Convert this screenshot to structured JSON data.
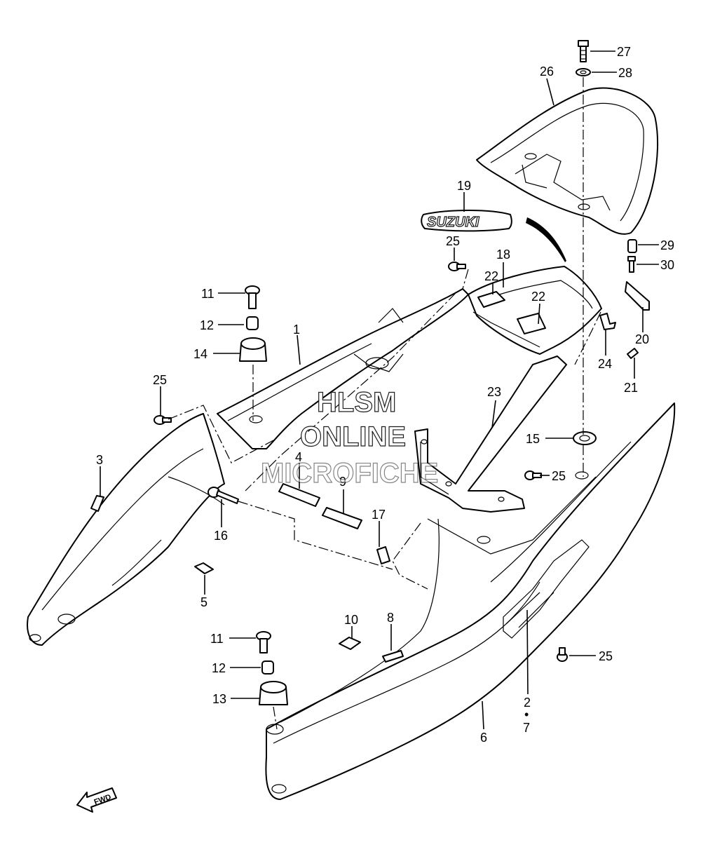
{
  "diagram": {
    "callouts": [
      {
        "id": "c27",
        "text": "27"
      },
      {
        "id": "c28",
        "text": "28"
      },
      {
        "id": "c26",
        "text": "26"
      },
      {
        "id": "c19",
        "text": "19"
      },
      {
        "id": "c25a",
        "text": "25"
      },
      {
        "id": "c18",
        "text": "18"
      },
      {
        "id": "c29",
        "text": "29"
      },
      {
        "id": "c30",
        "text": "30"
      },
      {
        "id": "c22a",
        "text": "22"
      },
      {
        "id": "c22b",
        "text": "22"
      },
      {
        "id": "c11a",
        "text": "11"
      },
      {
        "id": "c12a",
        "text": "12"
      },
      {
        "id": "c1",
        "text": "1"
      },
      {
        "id": "c14",
        "text": "14"
      },
      {
        "id": "c20",
        "text": "20"
      },
      {
        "id": "c24",
        "text": "24"
      },
      {
        "id": "c21",
        "text": "21"
      },
      {
        "id": "c25b",
        "text": "25"
      },
      {
        "id": "c23",
        "text": "23"
      },
      {
        "id": "c15",
        "text": "15"
      },
      {
        "id": "c3",
        "text": "3"
      },
      {
        "id": "c4",
        "text": "4"
      },
      {
        "id": "c25c",
        "text": "25"
      },
      {
        "id": "c9",
        "text": "9"
      },
      {
        "id": "c16",
        "text": "16"
      },
      {
        "id": "c17",
        "text": "17"
      },
      {
        "id": "c5",
        "text": "5"
      },
      {
        "id": "c10",
        "text": "10"
      },
      {
        "id": "c8",
        "text": "8"
      },
      {
        "id": "c11b",
        "text": "11"
      },
      {
        "id": "c25d",
        "text": "25"
      },
      {
        "id": "c12b",
        "text": "12"
      },
      {
        "id": "c13",
        "text": "13"
      },
      {
        "id": "c2",
        "text": "2"
      },
      {
        "id": "c7dot",
        "text": "•"
      },
      {
        "id": "c7",
        "text": "7"
      },
      {
        "id": "c6",
        "text": "6"
      }
    ],
    "emblem_text": "SUZUKI",
    "fwd_label": "FWD",
    "watermark": [
      "HLSM",
      "ONLINE",
      "MICROFICHE"
    ]
  }
}
